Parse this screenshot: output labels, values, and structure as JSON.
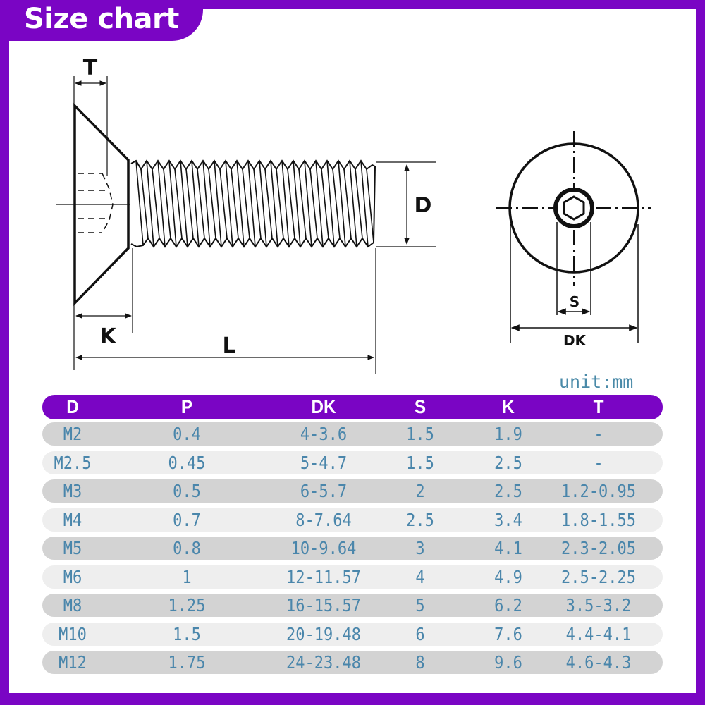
{
  "title": "Size chart",
  "diagram": {
    "side_view_labels": {
      "T": "T",
      "D": "D",
      "K": "K",
      "L": "L"
    },
    "top_view_labels": {
      "S": "S",
      "DK": "DK"
    }
  },
  "unit": "unit:mm",
  "colors": {
    "accent": "#7a05c4",
    "row_dark": "#d3d3d3",
    "row_light": "#eeeeee",
    "text": "#4a86ab"
  },
  "table": {
    "headers": [
      "D",
      "P",
      "DK",
      "S",
      "K",
      "T"
    ],
    "rows": [
      [
        "M2",
        "0.4",
        "4-3.6",
        "1.5",
        "1.9",
        "-"
      ],
      [
        "M2.5",
        "0.45",
        "5-4.7",
        "1.5",
        "2.5",
        "-"
      ],
      [
        "M3",
        "0.5",
        "6-5.7",
        "2",
        "2.5",
        "1.2-0.95"
      ],
      [
        "M4",
        "0.7",
        "8-7.64",
        "2.5",
        "3.4",
        "1.8-1.55"
      ],
      [
        "M5",
        "0.8",
        "10-9.64",
        "3",
        "4.1",
        "2.3-2.05"
      ],
      [
        "M6",
        "1",
        "12-11.57",
        "4",
        "4.9",
        "2.5-2.25"
      ],
      [
        "M8",
        "1.25",
        "16-15.57",
        "5",
        "6.2",
        "3.5-3.2"
      ],
      [
        "M10",
        "1.5",
        "20-19.48",
        "6",
        "7.6",
        "4.4-4.1"
      ],
      [
        "M12",
        "1.75",
        "24-23.48",
        "8",
        "9.6",
        "4.6-4.3"
      ]
    ]
  }
}
